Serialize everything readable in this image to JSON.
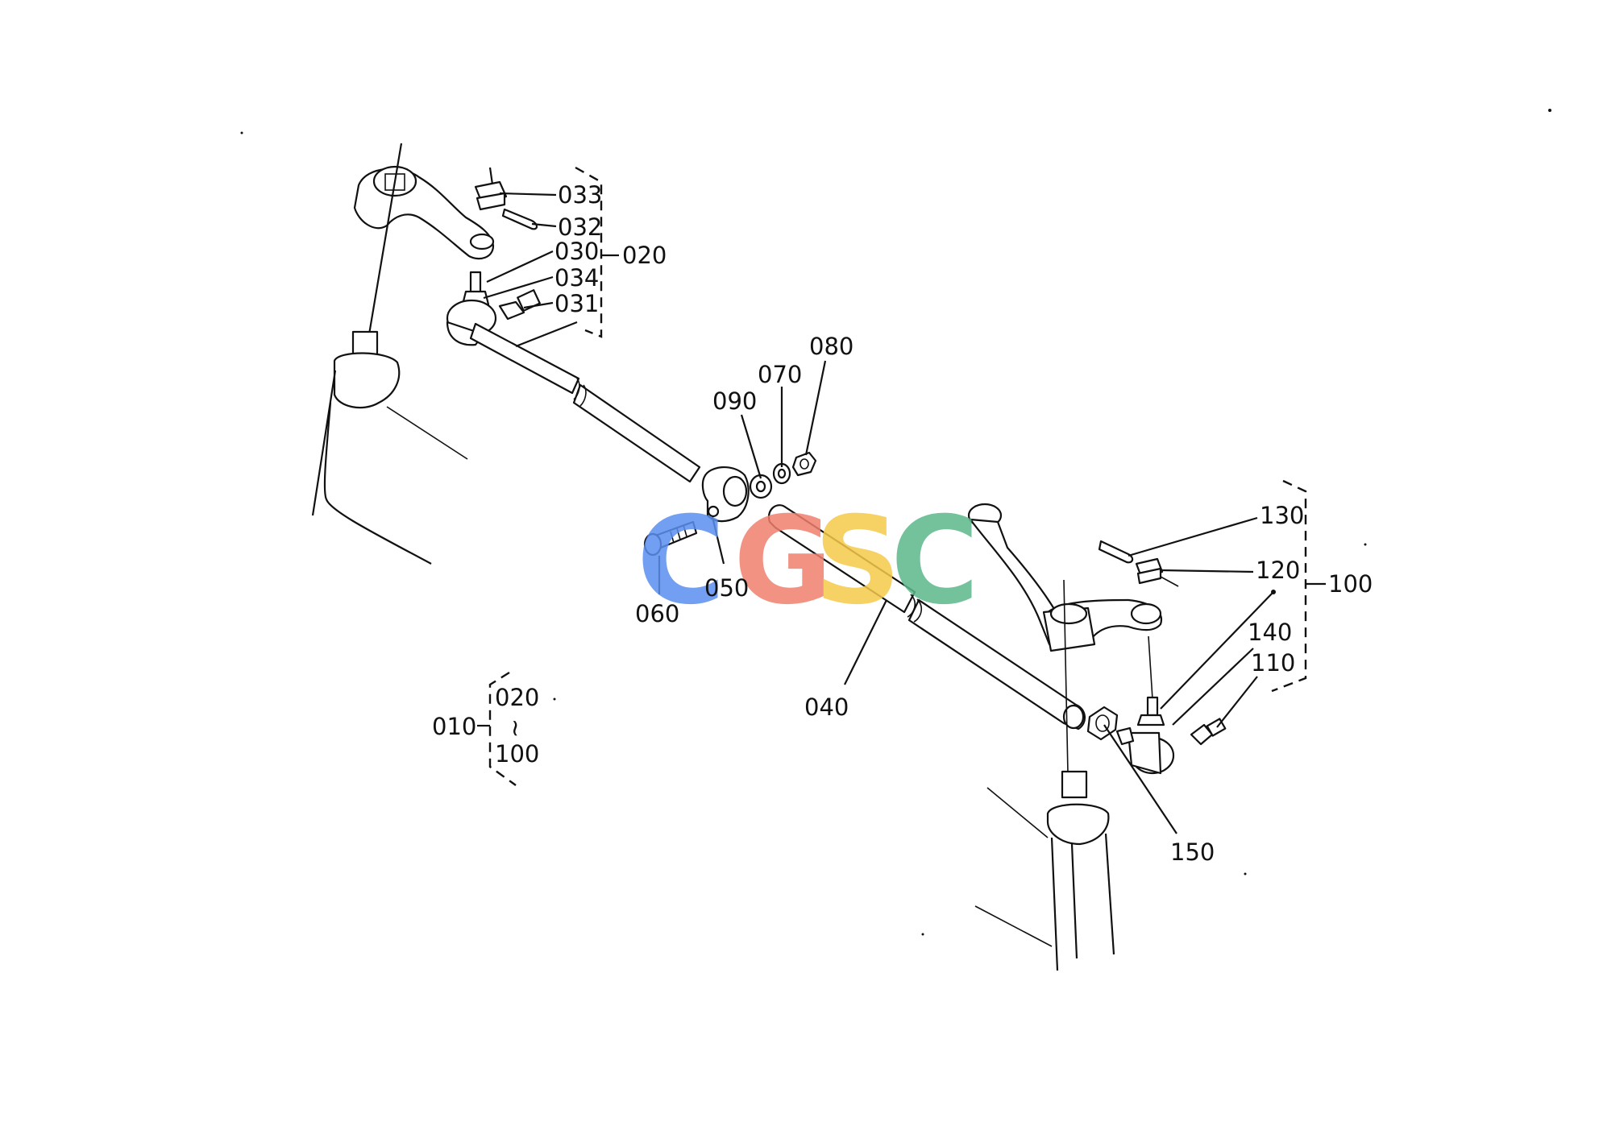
{
  "diagram": {
    "labels": {
      "p033": "033",
      "p032": "032",
      "p030": "030",
      "p034": "034",
      "p031": "031",
      "p020": "020",
      "p080": "080",
      "p070": "070",
      "p090": "090",
      "p050": "050",
      "p060": "060",
      "p040": "040",
      "p130": "130",
      "p120": "120",
      "p100": "100",
      "p140": "140",
      "p110": "110",
      "p150": "150"
    },
    "assembly_key": {
      "parent": "010",
      "range_start": "020",
      "range_sep": "~",
      "range_end": "100"
    }
  },
  "watermark": {
    "letters": [
      "C",
      "G",
      "S",
      "C"
    ],
    "colors": [
      "#5b8ff0",
      "#f07f6e",
      "#f5c94a",
      "#5bb88a"
    ]
  }
}
